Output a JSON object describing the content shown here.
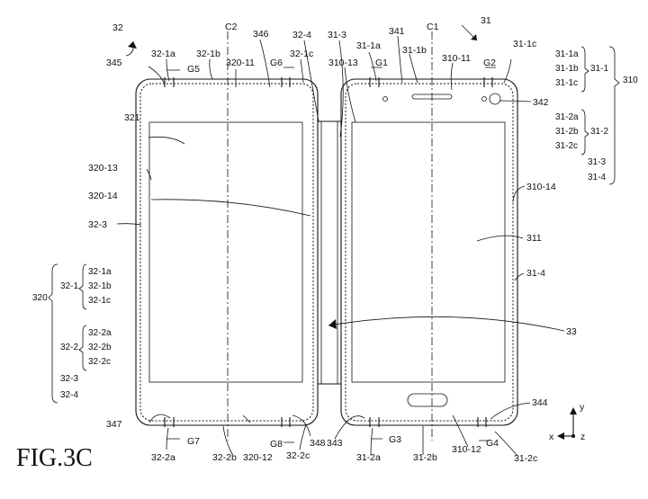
{
  "figure": {
    "title": "FIG.3C"
  },
  "phones": {
    "left": {
      "ref": "32",
      "axis": "C2",
      "top_labels": {
        "a": "32-1a",
        "b": "32-1b",
        "c": "32-1c",
        "gap_left": "G5",
        "gap_right": "G6",
        "notch_left": "345",
        "notch_mid": "320-11",
        "notch_right": "346"
      },
      "bottom_labels": {
        "a": "32-2a",
        "b": "32-2b",
        "c": "32-2c",
        "gap_left": "G7",
        "gap_right": "G8",
        "notch_left": "347",
        "notch_mid": "320-12",
        "notch_right": "348"
      },
      "side_labels": {
        "display": "321",
        "edge_13": "320-13",
        "edge_14": "320-14",
        "side_3": "32-3"
      },
      "hinge_labels": {
        "l": "32-4",
        "r": "31-3"
      }
    },
    "right": {
      "ref": "31",
      "axis": "C1",
      "top_labels": {
        "a": "31-1a",
        "b": "31-1b",
        "c": "31-1c",
        "gap_left": "G1",
        "gap_right": "G2",
        "notch_mid_a": "341",
        "notch_mid_b": "310-11",
        "edge_13": "310-13",
        "camera": "342"
      },
      "bottom_labels": {
        "a": "31-2a",
        "b": "31-2b",
        "c": "31-2c",
        "gap_left": "G3",
        "gap_right": "G4",
        "notch_left": "343",
        "notch_mid": "310-12",
        "notch_right": "344"
      },
      "side_labels": {
        "edge_14": "310-14",
        "display": "311",
        "side_4": "31-4"
      }
    },
    "shared_label": "33"
  },
  "legend_right": {
    "group_ref": "310",
    "g1": {
      "ref": "31-1",
      "items": [
        "31-1a",
        "31-1b",
        "31-1c"
      ]
    },
    "g2": {
      "ref": "31-2",
      "items": [
        "31-2a",
        "31-2b",
        "31-2c"
      ]
    },
    "extra": [
      "31-3",
      "31-4"
    ]
  },
  "legend_left": {
    "group_ref": "320",
    "g1": {
      "ref": "32-1",
      "items": [
        "32-1a",
        "32-1b",
        "32-1c"
      ]
    },
    "g2": {
      "ref": "32-2",
      "items": [
        "32-2a",
        "32-2b",
        "32-2c"
      ]
    },
    "extra": [
      "32-3",
      "32-4"
    ]
  },
  "axes": {
    "y": "y",
    "x": "x",
    "z": "z"
  }
}
